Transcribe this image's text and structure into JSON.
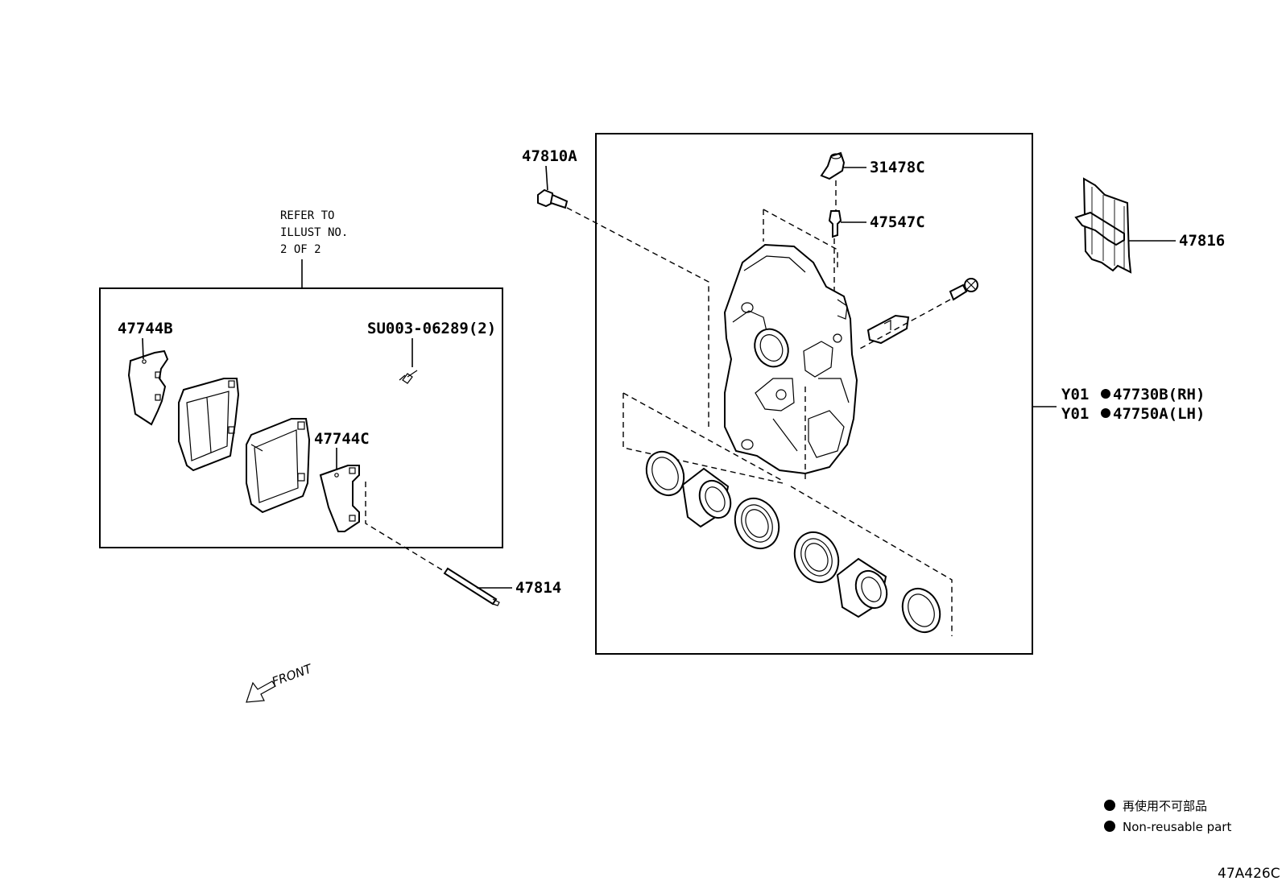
{
  "diagram": {
    "parts": {
      "p47810A": "47810A",
      "p31478C": "31478C",
      "p47547C": "47547C",
      "p47816": "47816",
      "p47744B": "47744B",
      "p47744C": "47744C",
      "su003": "SU003-06289(2)",
      "p47814": "47814",
      "rh": "47730B(RH)",
      "lh": "47750A(LH)",
      "y01_rh": "Y01",
      "y01_lh": "Y01"
    },
    "refer_note": [
      "REFER TO",
      "ILLUST NO.",
      "2 OF 2"
    ],
    "front_label": "FRONT",
    "legend": {
      "jp": "再使用不可部品",
      "en": "Non-reusable part"
    },
    "illustration_code": "47A426C"
  }
}
